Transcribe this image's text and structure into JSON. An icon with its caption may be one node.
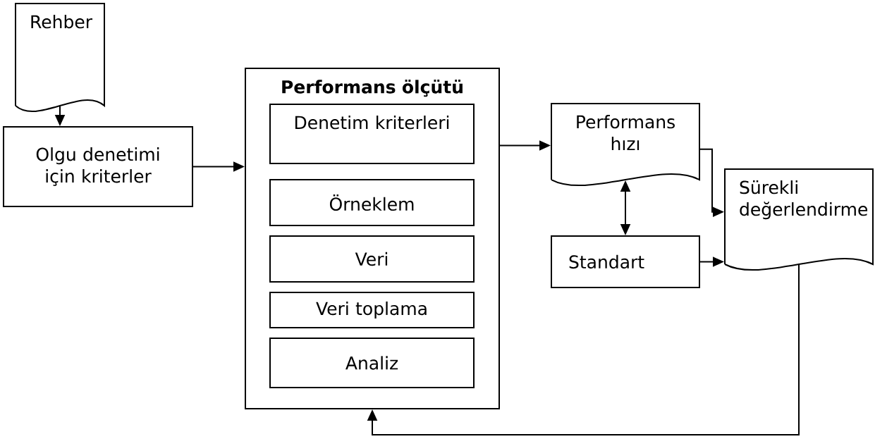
{
  "diagram": {
    "nodes": [
      {
        "text": [
          "Rehber"
        ]
      },
      {
        "text": [
          "Olgu denetimi için kriterler"
        ]
      },
      {
        "text": [
          "Performans ölçütü"
        ]
      },
      {
        "text": [
          "Denetim kriterleri"
        ],
        "in": 2
      },
      {
        "text": [
          "Örneklem"
        ],
        "in": 2
      },
      {
        "text": [
          "Veri"
        ],
        "in": 2
      },
      {
        "text": [
          "Veri toplama"
        ],
        "in": 2
      },
      {
        "text": [
          "Analiz"
        ],
        "in": 2
      },
      {
        "text": [
          "Performans hızı"
        ]
      },
      {
        "text": [
          "Standart"
        ]
      },
      {
        "text": [
          "Sürekli değerlendirme"
        ]
      }
    ],
    "edges": [
      {
        "from": 0,
        "to": 1,
        "arrow": "to"
      },
      {
        "from": 1,
        "to": 2,
        "arrow": "to"
      },
      {
        "from": 2,
        "to": 8,
        "arrow": "to"
      },
      {
        "from": 8,
        "to": 9,
        "arrow": "both"
      },
      {
        "from": 8,
        "to": 10,
        "arrow": "to"
      },
      {
        "from": 9,
        "to": 10,
        "arrow": "to"
      },
      {
        "from": 10,
        "to": 2,
        "arrow": "to"
      }
    ]
  }
}
